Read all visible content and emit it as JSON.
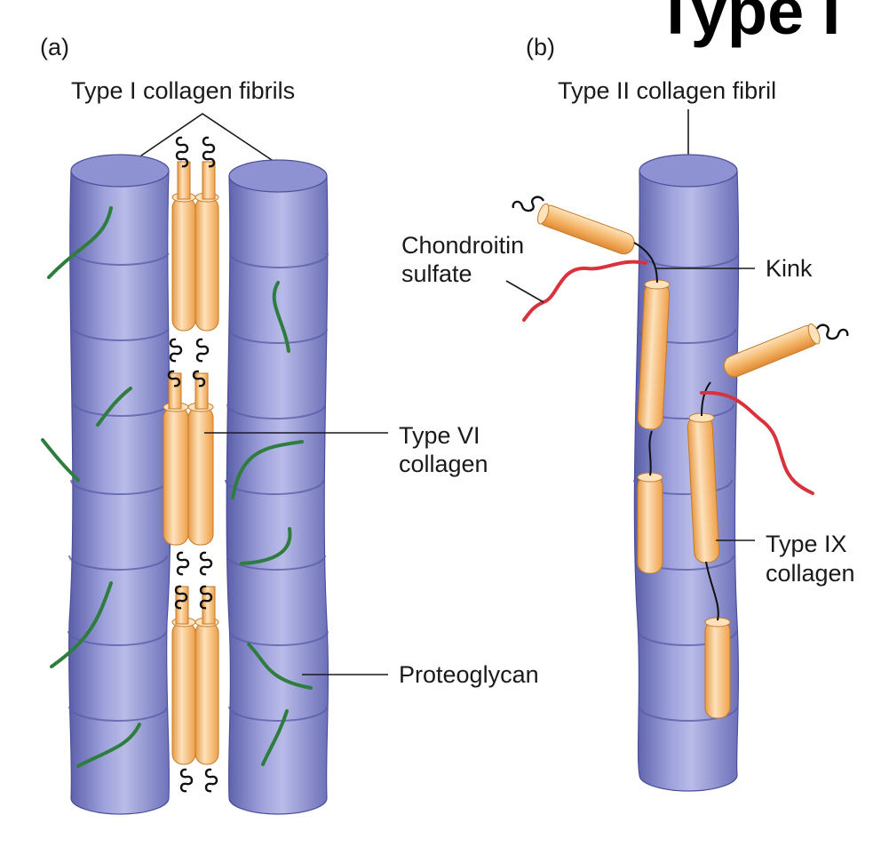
{
  "header": {
    "title": "Type I"
  },
  "panel_a": {
    "letter": "(a)",
    "labels": {
      "type_i_fibrils": "Type I collagen fibrils",
      "type_vi_line1": "Type VI",
      "type_vi_line2": "collagen",
      "proteoglycan": "Proteoglycan"
    }
  },
  "panel_b": {
    "letter": "(b)",
    "labels": {
      "type_ii_fibril": "Type II collagen fibril",
      "chondroitin_line1": "Chondroitin",
      "chondroitin_line2": "sulfate",
      "kink": "Kink",
      "type_ix_line1": "Type IX",
      "type_ix_line2": "collagen"
    }
  },
  "colors": {
    "fibril": "#7d80c6",
    "fibril_light": "#c3c5ea",
    "fibril_dark": "#4b4f9a",
    "collagen_rod": "#f5b86b",
    "collagen_rod_light": "#fde2bc",
    "proteoglycan": "#2e7d3e",
    "chondroitin_sulfate": "#d8323c"
  }
}
